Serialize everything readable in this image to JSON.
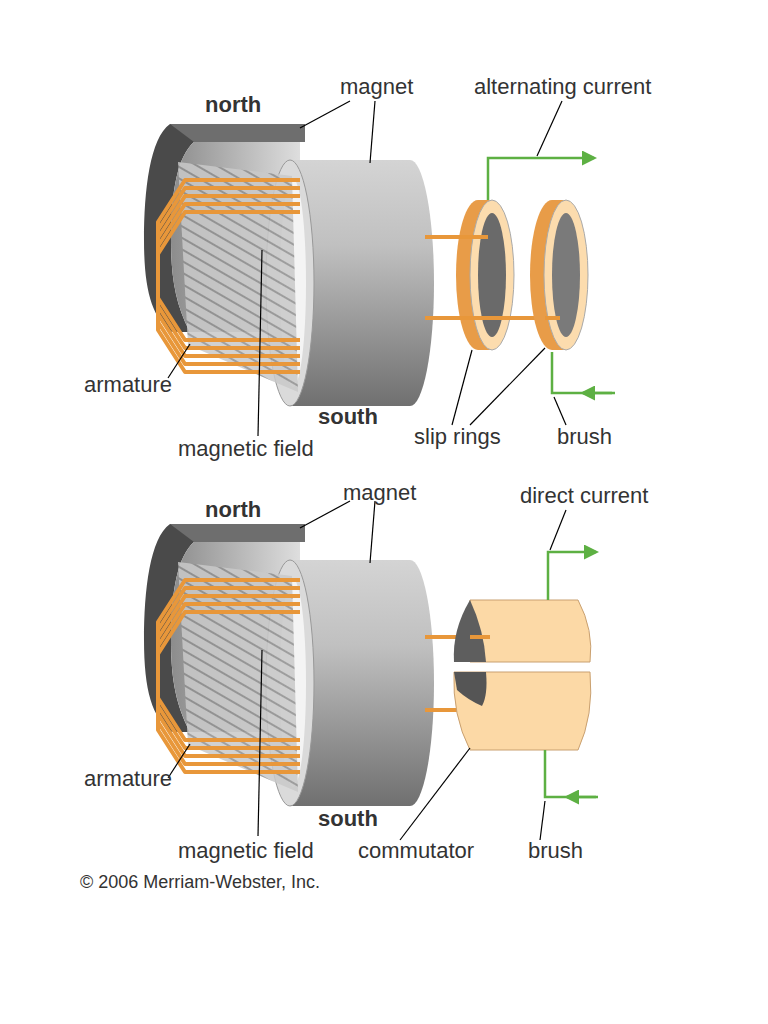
{
  "diagram": {
    "labels": [
      "north",
      "magnet",
      "alternating current",
      "armature",
      "south",
      "magnetic field",
      "slip rings",
      "brush",
      "north",
      "magnet",
      "direct current",
      "armature",
      "south",
      "magnetic field",
      "commutator",
      "brush",
      "© 2006 Merriam-Webster, Inc."
    ]
  }
}
